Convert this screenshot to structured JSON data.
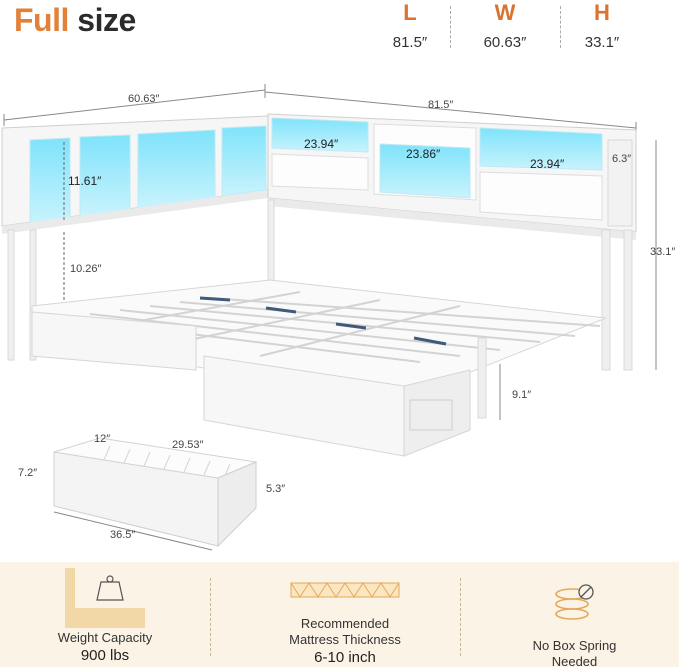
{
  "header": {
    "title_accent": "Full",
    "title_rest": "size"
  },
  "dimensions": [
    {
      "letter": "L",
      "value": "81.5″"
    },
    {
      "letter": "W",
      "value": "60.63″"
    },
    {
      "letter": "H",
      "value": "33.1″"
    }
  ],
  "diagram_labels": {
    "width_top": "60.63″",
    "length_top": "81.5″",
    "shelf_height": "11.61″",
    "shelf_a": "23.94″",
    "shelf_b": "23.86″",
    "shelf_c": "23.94″",
    "shelf_depth": "6.3″",
    "total_height": "33.1″",
    "under_clearance": "10.26″",
    "leg_clearance": "9.1″",
    "drawer_depth": "12″",
    "drawer_inner": "29.53″",
    "drawer_height": "7.2″",
    "drawer_inner_height": "5.3″",
    "drawer_length": "36.5″"
  },
  "features": [
    {
      "label": "Weight Capacity",
      "value": "900 lbs",
      "icon": "weight-icon"
    },
    {
      "label": "Recommended\nMattress Thickness",
      "label_line1": "Recommended",
      "label_line2": "Mattress Thickness",
      "value": "6-10 inch",
      "icon": "mattress-icon"
    },
    {
      "label_line1": "No Box Spring",
      "label_line2": "Needed",
      "icon": "no-box-spring-icon"
    }
  ],
  "colors": {
    "accent": "#e1813a",
    "led": "#4fd6f5",
    "panel": "#fbf4e6"
  }
}
